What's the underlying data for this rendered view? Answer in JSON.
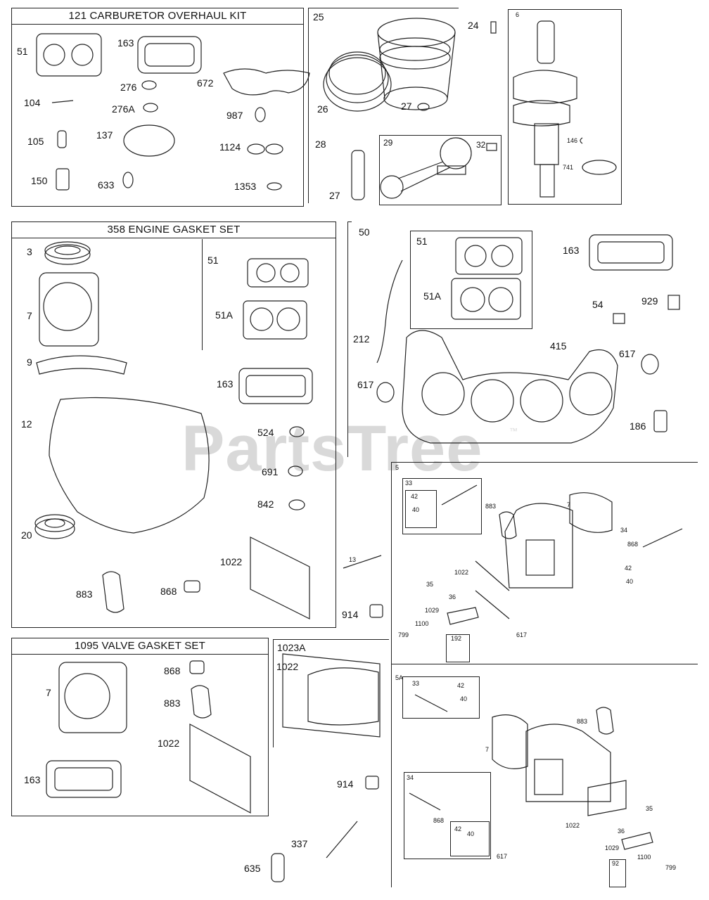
{
  "watermark": {
    "text": "PartsTree",
    "trademark": "™"
  },
  "kits": {
    "carb": {
      "title": "121 CARBURETOR OVERHAUL KIT"
    },
    "engine": {
      "title": "358 ENGINE GASKET SET"
    },
    "valve": {
      "title": "1095 VALVE GASKET SET"
    },
    "cover": {
      "title": "1023A"
    }
  },
  "labels": {
    "c51": "51",
    "c163": "163",
    "c104": "104",
    "c276": "276",
    "c276a": "276A",
    "c672": "672",
    "c987": "987",
    "c105": "105",
    "c137": "137",
    "c1124": "1124",
    "c150": "150",
    "c633": "633",
    "c1353": "1353",
    "p25": "25",
    "p24": "24",
    "p26": "26",
    "p27": "27",
    "p6": "6",
    "p28": "28",
    "p27b": "27",
    "p29": "29",
    "p32": "32",
    "p146": "146",
    "p741": "741",
    "e3": "3",
    "e7": "7",
    "e9": "9",
    "e12": "12",
    "e51": "51",
    "e51a": "51A",
    "e163": "163",
    "e524": "524",
    "e691": "691",
    "e842": "842",
    "e20": "20",
    "e1022": "1022",
    "e883": "883",
    "e868": "868",
    "e13": "13",
    "e914": "914",
    "m50": "50",
    "m51": "51",
    "m51a": "51A",
    "m163": "163",
    "m929": "929",
    "m54": "54",
    "m212": "212",
    "m415": "415",
    "m617": "617",
    "m617b": "617",
    "m186": "186",
    "h5": "5",
    "h33": "33",
    "h42": "42",
    "h40": "40",
    "h883": "883",
    "h7": "7",
    "h34": "34",
    "h868": "868",
    "h42b": "42",
    "h40b": "40",
    "h1022": "1022",
    "h35": "35",
    "h36": "36",
    "h1029": "1029",
    "h1100": "1100",
    "h799": "799",
    "h192": "192",
    "h617": "617",
    "v7": "7",
    "v868": "868",
    "v883": "883",
    "v163": "163",
    "v1022": "1022",
    "k1022": "1022",
    "k914": "914",
    "k337": "337",
    "k635": "635",
    "a5a": "5A",
    "a33": "33",
    "a42": "42",
    "a40": "40",
    "a883": "883",
    "a7": "7",
    "a34": "34",
    "a868": "868",
    "a42b": "42",
    "a40b": "40",
    "a617": "617",
    "a1022": "1022",
    "a35": "35",
    "a36": "36",
    "a1029": "1029",
    "a1100": "1100",
    "a799": "799",
    "a92": "92"
  }
}
